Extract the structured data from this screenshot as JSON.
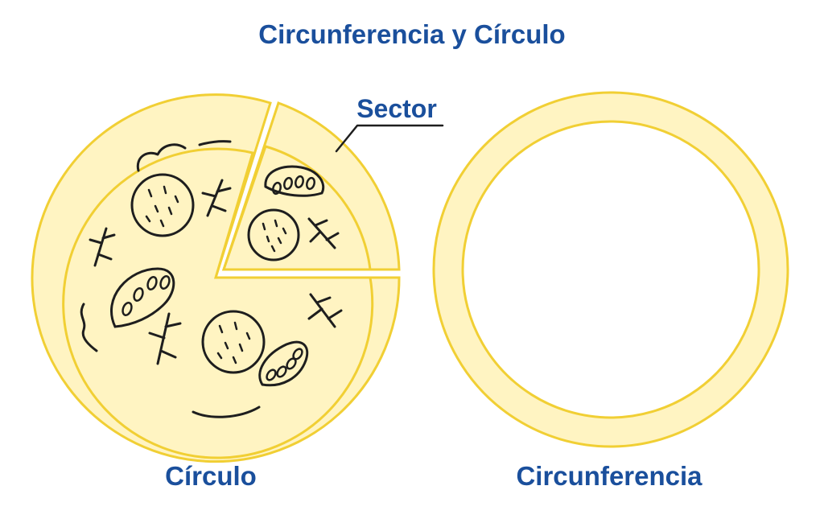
{
  "title": "Circunferencia y Círculo",
  "labels": {
    "sector": "Sector",
    "circle": "Círculo",
    "circumference": "Circunferencia"
  },
  "colors": {
    "title_blue": "#1a4f9c",
    "crust_yellow": "#f1cf34",
    "fill_cream": "#fff4c2",
    "topping_black": "#1e1e1e"
  }
}
